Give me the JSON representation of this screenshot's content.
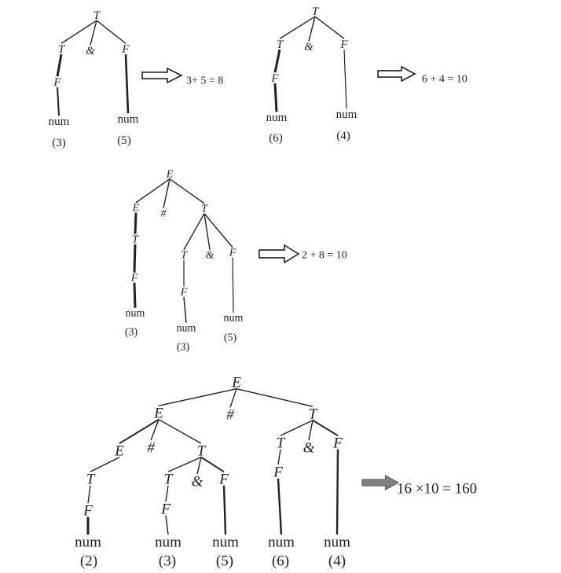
{
  "trees": [
    {
      "id": "tree-1",
      "nodes": [
        {
          "id": "a",
          "label": "T",
          "type": "nt"
        },
        {
          "id": "b",
          "label": "T",
          "type": "nt"
        },
        {
          "id": "c",
          "label": "&",
          "type": "op"
        },
        {
          "id": "d",
          "label": "F",
          "type": "nt"
        },
        {
          "id": "e",
          "label": "F",
          "type": "nt"
        },
        {
          "id": "f",
          "label": "num",
          "type": "t"
        },
        {
          "id": "g",
          "label": "num",
          "type": "t"
        },
        {
          "id": "h",
          "label": "(3)",
          "type": "t"
        },
        {
          "id": "i",
          "label": "(5)",
          "type": "t"
        }
      ],
      "edges": [
        [
          "a",
          "b"
        ],
        [
          "a",
          "c"
        ],
        [
          "a",
          "d"
        ],
        [
          "b",
          "e"
        ],
        [
          "e",
          "f"
        ],
        [
          "d",
          "g"
        ]
      ],
      "result": "3+ 5 = 8",
      "arrow": "outline"
    },
    {
      "id": "tree-2",
      "nodes": [
        {
          "id": "a",
          "label": "T",
          "type": "nt"
        },
        {
          "id": "b",
          "label": "T",
          "type": "nt"
        },
        {
          "id": "c",
          "label": "&",
          "type": "op"
        },
        {
          "id": "d",
          "label": "F",
          "type": "nt"
        },
        {
          "id": "e",
          "label": "F",
          "type": "nt"
        },
        {
          "id": "f",
          "label": "num",
          "type": "t"
        },
        {
          "id": "g",
          "label": "num",
          "type": "t"
        },
        {
          "id": "h",
          "label": "(6)",
          "type": "t"
        },
        {
          "id": "i",
          "label": "(4)",
          "type": "t"
        }
      ],
      "edges": [
        [
          "a",
          "b"
        ],
        [
          "a",
          "c"
        ],
        [
          "a",
          "d"
        ],
        [
          "b",
          "e"
        ],
        [
          "e",
          "f"
        ],
        [
          "d",
          "g"
        ]
      ],
      "result": "6 + 4 = 10",
      "arrow": "outline"
    },
    {
      "id": "tree-3",
      "nodes": [
        {
          "id": "E0",
          "label": "E",
          "type": "nt"
        },
        {
          "id": "E1",
          "label": "E",
          "type": "nt"
        },
        {
          "id": "H",
          "label": "#",
          "type": "op"
        },
        {
          "id": "T0",
          "label": "T",
          "type": "nt"
        },
        {
          "id": "T1",
          "label": "T",
          "type": "nt"
        },
        {
          "id": "F1",
          "label": "F",
          "type": "nt"
        },
        {
          "id": "N1",
          "label": "num",
          "type": "t"
        },
        {
          "id": "V1",
          "label": "(3)",
          "type": "t"
        },
        {
          "id": "T2",
          "label": "T",
          "type": "nt"
        },
        {
          "id": "A",
          "label": "&",
          "type": "op"
        },
        {
          "id": "F3",
          "label": "F",
          "type": "nt"
        },
        {
          "id": "F2",
          "label": "F",
          "type": "nt"
        },
        {
          "id": "N2",
          "label": "num",
          "type": "t"
        },
        {
          "id": "V2",
          "label": "(3)",
          "type": "t"
        },
        {
          "id": "N3",
          "label": "num",
          "type": "t"
        },
        {
          "id": "V3",
          "label": "(5)",
          "type": "t"
        }
      ],
      "edges": [
        [
          "E0",
          "E1"
        ],
        [
          "E0",
          "H"
        ],
        [
          "E0",
          "T0"
        ],
        [
          "E1",
          "T1"
        ],
        [
          "T1",
          "F1"
        ],
        [
          "F1",
          "N1"
        ],
        [
          "T0",
          "T2"
        ],
        [
          "T0",
          "A"
        ],
        [
          "T0",
          "F3"
        ],
        [
          "T2",
          "F2"
        ],
        [
          "F2",
          "N2"
        ],
        [
          "F3",
          "N3"
        ]
      ],
      "result": "2 + 8 = 10",
      "arrow": "outline"
    },
    {
      "id": "tree-4",
      "nodes": [
        {
          "id": "R",
          "label": "E",
          "type": "nt"
        },
        {
          "id": "E1",
          "label": "E",
          "type": "nt"
        },
        {
          "id": "H1",
          "label": "#",
          "type": "op"
        },
        {
          "id": "TR",
          "label": "T",
          "type": "nt"
        },
        {
          "id": "E2",
          "label": "E",
          "type": "nt"
        },
        {
          "id": "H2",
          "label": "#",
          "type": "op"
        },
        {
          "id": "TM",
          "label": "T",
          "type": "nt"
        },
        {
          "id": "T1",
          "label": "T",
          "type": "nt"
        },
        {
          "id": "F1",
          "label": "F",
          "type": "nt"
        },
        {
          "id": "N1",
          "label": "num",
          "type": "t"
        },
        {
          "id": "V1",
          "label": "(2)",
          "type": "t"
        },
        {
          "id": "T2",
          "label": "T",
          "type": "nt"
        },
        {
          "id": "A1",
          "label": "&",
          "type": "op"
        },
        {
          "id": "F3",
          "label": "F",
          "type": "nt"
        },
        {
          "id": "F2",
          "label": "F",
          "type": "nt"
        },
        {
          "id": "N2",
          "label": "num",
          "type": "t"
        },
        {
          "id": "V2",
          "label": "(3)",
          "type": "t"
        },
        {
          "id": "N3",
          "label": "num",
          "type": "t"
        },
        {
          "id": "V3",
          "label": "(5)",
          "type": "t"
        },
        {
          "id": "T3",
          "label": "T",
          "type": "nt"
        },
        {
          "id": "A2",
          "label": "&",
          "type": "op"
        },
        {
          "id": "F5",
          "label": "F",
          "type": "nt"
        },
        {
          "id": "F4",
          "label": "F",
          "type": "nt"
        },
        {
          "id": "N4",
          "label": "num",
          "type": "t"
        },
        {
          "id": "V4",
          "label": "(6)",
          "type": "t"
        },
        {
          "id": "N5",
          "label": "num",
          "type": "t"
        },
        {
          "id": "V5",
          "label": "(4)",
          "type": "t"
        }
      ],
      "edges": [
        [
          "R",
          "E1"
        ],
        [
          "R",
          "H1"
        ],
        [
          "R",
          "TR"
        ],
        [
          "E1",
          "E2"
        ],
        [
          "E1",
          "H2"
        ],
        [
          "E1",
          "TM"
        ],
        [
          "E2",
          "T1"
        ],
        [
          "T1",
          "F1"
        ],
        [
          "F1",
          "N1"
        ],
        [
          "TM",
          "T2"
        ],
        [
          "TM",
          "A1"
        ],
        [
          "TM",
          "F3"
        ],
        [
          "T2",
          "F2"
        ],
        [
          "F2",
          "N2"
        ],
        [
          "F3",
          "N3"
        ],
        [
          "TR",
          "T3"
        ],
        [
          "TR",
          "A2"
        ],
        [
          "TR",
          "F5"
        ],
        [
          "T3",
          "F4"
        ],
        [
          "F4",
          "N4"
        ],
        [
          "F5",
          "N5"
        ]
      ],
      "result": "16 ×10 = 160",
      "arrow": "filled"
    }
  ],
  "colors": {
    "ink": "#222222",
    "arrow_fill": "#808080",
    "background": "#ffffff"
  }
}
